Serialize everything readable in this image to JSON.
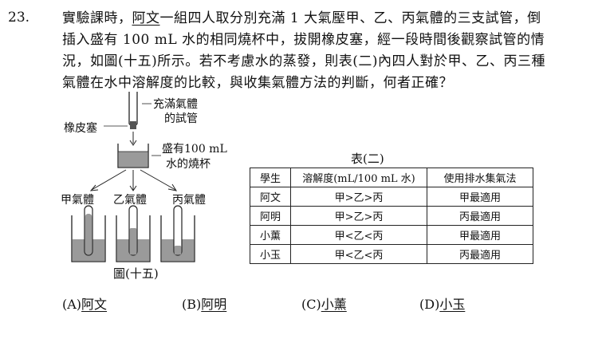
{
  "question": {
    "number": "23.",
    "lines": [
      [
        {
          "t": "實驗課時，"
        },
        {
          "t": "阿文",
          "u": true
        },
        {
          "t": "一組四人取分別充滿 1 大氣壓甲、乙、丙氣體的三支試管，倒"
        }
      ],
      [
        {
          "t": "插入盛有 100 mL 水的相同燒杯中，拔開橡皮塞，經一段時間後觀察試管的情"
        }
      ],
      [
        {
          "t": "況，如圖(十五)所示。若不考慮水的蒸發，則表(二)內四人對於甲、乙、丙三種"
        }
      ],
      [
        {
          "t": "氣體在水中溶解度的比較，與收集氣體方法的判斷，何者正確？"
        }
      ]
    ]
  },
  "figure": {
    "tube_label_1": "充滿氣體",
    "tube_label_2": "的試管",
    "stopper_label": "橡皮塞",
    "beaker_label_1": "盛有100 mL",
    "beaker_label_2": "水的燒杯",
    "gas_a": "甲氣體",
    "gas_b": "乙氣體",
    "gas_c": "丙氣體",
    "water_level_in_tube_fraction": {
      "甲": 0.85,
      "乙": 0.55,
      "丙": 0.2
    },
    "caption": "圖(十五)"
  },
  "table": {
    "caption": "表(二)",
    "headers": [
      "學生",
      "溶解度(mL/100 mL 水)",
      "使用排水集氣法"
    ],
    "rows": [
      [
        "阿文",
        "甲>乙>丙",
        "甲最適用"
      ],
      [
        "阿明",
        "甲>乙>丙",
        "丙最適用"
      ],
      [
        "小薰",
        "甲<乙<丙",
        "甲最適用"
      ],
      [
        "小玉",
        "甲<乙<丙",
        "丙最適用"
      ]
    ]
  },
  "options": [
    {
      "key": "(A)",
      "name": "阿文"
    },
    {
      "key": "(B)",
      "name": "阿明"
    },
    {
      "key": "(C)",
      "name": "小薰"
    },
    {
      "key": "(D)",
      "name": "小玉"
    }
  ]
}
